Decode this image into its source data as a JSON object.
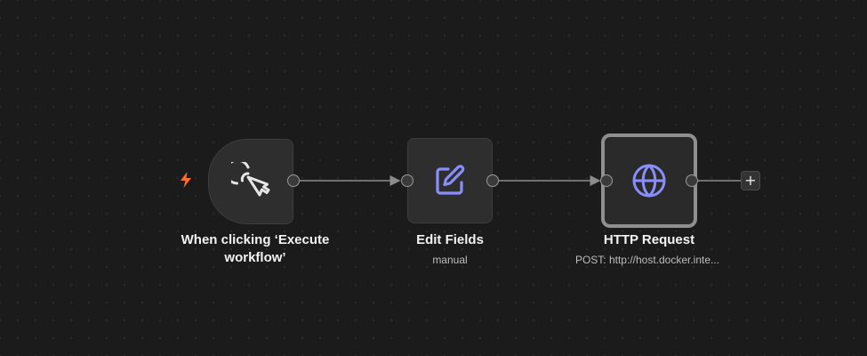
{
  "nodes": [
    {
      "id": "trigger",
      "title": "When clicking ‘Execute workflow’",
      "subtitle": "",
      "icon": "cursor-click-icon"
    },
    {
      "id": "edit",
      "title": "Edit Fields",
      "subtitle": "manual",
      "icon": "pencil-square-icon"
    },
    {
      "id": "http",
      "title": "HTTP Request",
      "subtitle": "POST: http://host.docker.inte...",
      "icon": "globe-icon"
    }
  ],
  "add_button": {
    "label": "+"
  },
  "colors": {
    "canvas": "#1b1b1b",
    "node_bg": "#2e2e2e",
    "icon_light": "#e6e6e6",
    "icon_accent": "#8a8dfc",
    "trigger_bolt": "#ff6d2d",
    "edge": "#8c8c8c",
    "selected_border": "#8f8f8f"
  }
}
